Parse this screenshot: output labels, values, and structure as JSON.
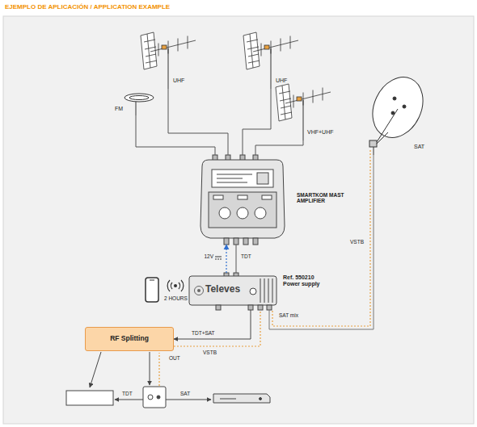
{
  "diagram": {
    "title": "EJEMPLO DE APLICACIÓN / APPLICATION EXAMPLE",
    "nodes": [
      {
        "text": [
          "FM"
        ]
      },
      {
        "text": [
          "UHF"
        ]
      },
      {
        "text": [
          "UHF"
        ]
      },
      {
        "text": [
          "VHF+UHF"
        ]
      },
      {
        "text": [
          "SAT"
        ]
      },
      {
        "text": [
          "SMARTKOM MAST AMPLIFIER"
        ]
      },
      {
        "text": [
          "Televes",
          "Ref. 550210 Power supply"
        ]
      },
      {
        "text": [
          "RF Splitting"
        ]
      }
    ],
    "edges": [
      {
        "from": 0,
        "to": 5,
        "arrow": "none"
      },
      {
        "from": 1,
        "to": 5,
        "arrow": "none"
      },
      {
        "from": 2,
        "to": 5,
        "arrow": "none"
      },
      {
        "from": 3,
        "to": 5,
        "arrow": "none"
      },
      {
        "from": 5,
        "to": 6,
        "label": "TDT",
        "arrow": "none"
      },
      {
        "from": 6,
        "to": 5,
        "label": "12V",
        "arrow": "to"
      },
      {
        "from": 4,
        "to": 6,
        "label": "VSTB",
        "arrow": "none"
      },
      {
        "from": 6,
        "to": 7,
        "label": "TDT+SAT",
        "arrow": "to"
      },
      {
        "from": 7,
        "to": 6,
        "label": "VSTB",
        "arrow": "none"
      }
    ],
    "labels": [
      "2 HOURS",
      "SAT mix",
      "OUT",
      "TDT",
      "SAT"
    ]
  }
}
